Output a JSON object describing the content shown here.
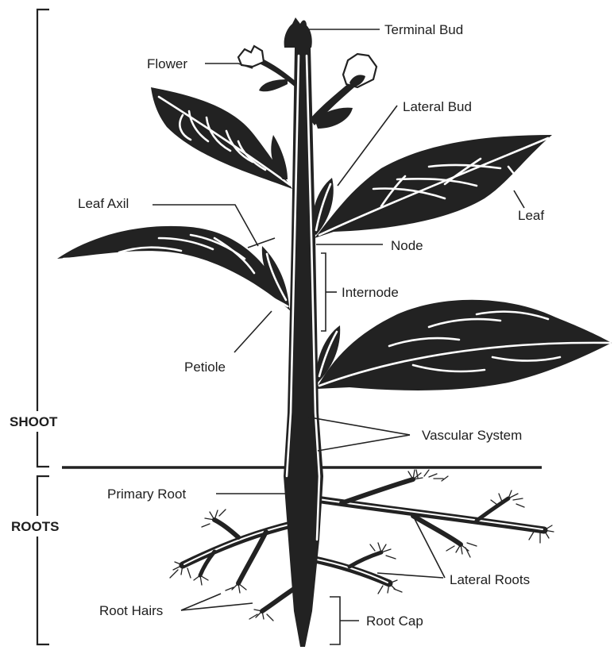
{
  "sections": {
    "shoot": "SHOOT",
    "roots": "ROOTS"
  },
  "labels": {
    "terminal_bud": "Terminal Bud",
    "flower": "Flower",
    "lateral_bud": "Lateral Bud",
    "leaf_axil": "Leaf Axil",
    "leaf": "Leaf",
    "node": "Node",
    "internode": "Internode",
    "petiole": "Petiole",
    "vascular_system": "Vascular System",
    "primary_root": "Primary Root",
    "lateral_roots": "Lateral Roots",
    "root_hairs": "Root Hairs",
    "root_cap": "Root Cap"
  }
}
